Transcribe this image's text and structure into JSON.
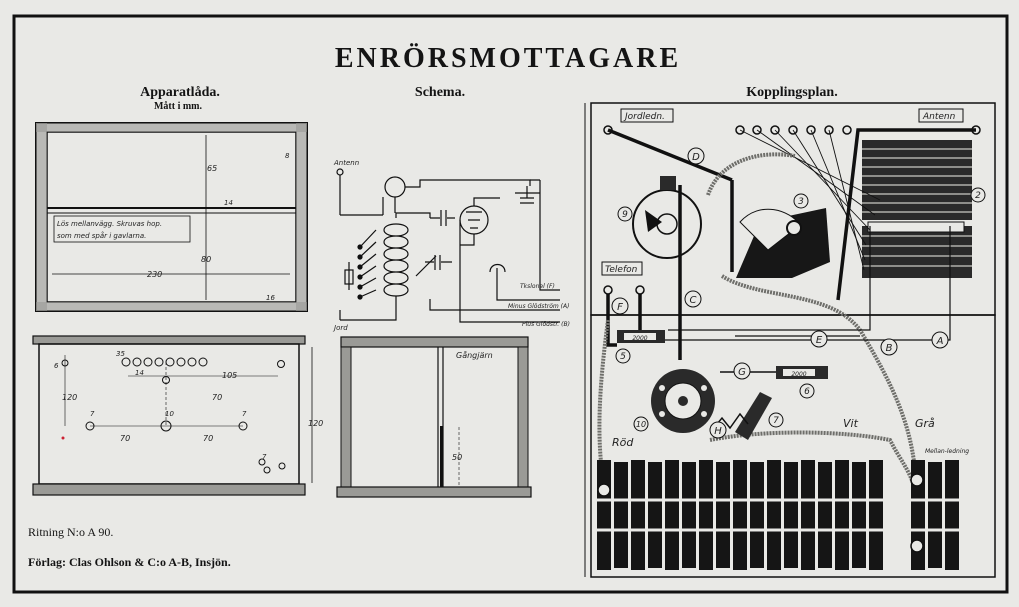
{
  "title": "ENRÖRSMOTTAGARE",
  "sections": {
    "box": {
      "title": "Apparatlåda.",
      "subtitle": "Mått i mm."
    },
    "schema": {
      "title": "Schema."
    },
    "layout": {
      "title": "Kopplingsplan."
    }
  },
  "box_dims": {
    "d65": "65",
    "d14": "14",
    "d80": "80",
    "d230": "230",
    "d16": "16",
    "d8": "8",
    "d120": "120",
    "d35": "35",
    "d105": "105",
    "d70": "70",
    "d70b": "70",
    "d70c": "70",
    "d14b": "14",
    "d10": "10",
    "d7a": "7",
    "d7b": "7",
    "d7c": "7",
    "d6": "6",
    "d120b": "120",
    "d50": "50"
  },
  "box_note": "Lös mellanvägg. Skruvas hop. som med spår i gavlarna.",
  "gangjarn": "Gångjärn",
  "schema_labels": {
    "antenn": "Antenn",
    "jord": "Jord",
    "telefon": "Tkslonel (F)",
    "minus": "Minus Glödström (A)",
    "plus": "Plus Glödstr. (B)"
  },
  "layout_labels": {
    "jordledn": "Jordledn.",
    "antenn": "Antenn",
    "telefon": "Telefon",
    "rod": "Röd",
    "vit": "Vit",
    "gra": "Grå",
    "mellan": "Mellan-ledning"
  },
  "wire_letters": [
    "A",
    "B",
    "C",
    "D",
    "E",
    "F",
    "G",
    "H"
  ],
  "components": {
    "n2": "2",
    "n3": "3",
    "n5": "5",
    "n6": "6",
    "n7": "7",
    "n9": "9",
    "n10": "10"
  },
  "resistor_values": {
    "r5": "2000",
    "r6": "2000"
  },
  "footer": {
    "drawing": "Ritning N:o A 90.",
    "publisher": "Förlag: Clas Ohlson & C:o A-B, Insjön."
  }
}
